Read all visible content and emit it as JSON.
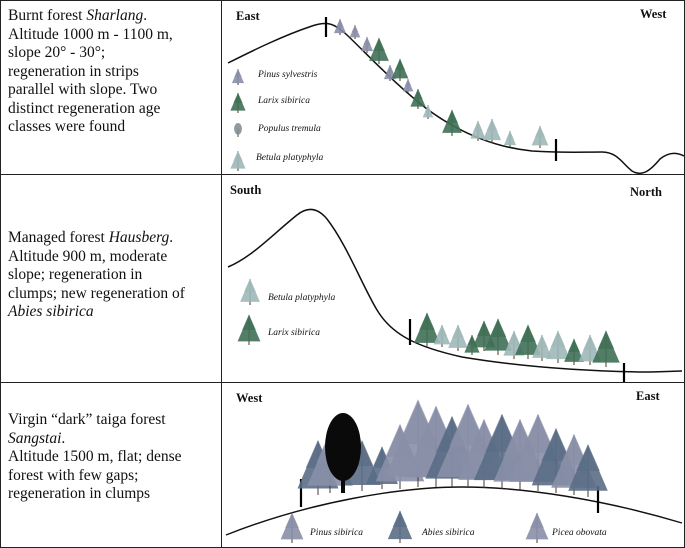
{
  "rows": [
    {
      "desc": {
        "line1_prefix": "Burnt forest ",
        "line1_italic": "Sharlang",
        "line1_suffix": ".",
        "rest": [
          "Altitude 1000 m - 1100 m,",
          "slope 20° - 30°;",
          "regeneration in strips",
          "parallel with slope. Two",
          "distinct regeneration age",
          "classes were found"
        ]
      },
      "dir_left": "East",
      "dir_right": "West",
      "legend": [
        "Pinus sylvestris",
        "Larix sibirica",
        "Populus tremula",
        "Betula platyphyla"
      ]
    },
    {
      "desc": {
        "line1_prefix": "Managed forest ",
        "line1_italic": "Hausberg",
        "line1_suffix": ".",
        "rest": [
          "Altitude 900 m, moderate",
          "slope; regeneration in",
          "clumps; new regeneration of"
        ],
        "last_italic": "Abies sibirica"
      },
      "dir_left": "South",
      "dir_right": "North",
      "legend": [
        "Betula platyphyla",
        "Larix sibirica"
      ]
    },
    {
      "desc": {
        "line1": "Virgin “dark” taiga forest",
        "line2_italic": "Sangstai",
        "line2_suffix": ".",
        "rest": [
          "Altitude 1500 m, flat; dense",
          "forest with few gaps;",
          "regeneration in clumps"
        ]
      },
      "dir_left": "West",
      "dir_right": "East",
      "legend": [
        "Pinus sibirica",
        "Abies sibirica",
        "Picea obovata"
      ]
    }
  ],
  "colors": {
    "larix": "#3f6f55",
    "betula": "#9fb8b8",
    "pinus": "#8a8fa8",
    "abies": "#5a6d86",
    "populus": "#7f8a8f",
    "black_tree": "#0a0a0a"
  }
}
